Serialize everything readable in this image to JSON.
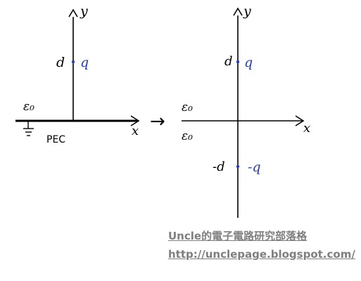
{
  "left_diagram": {
    "axis_x": "x",
    "axis_y": "y",
    "charge_distance": "d",
    "charge": "q",
    "medium": "ε₀",
    "conductor": "PEC"
  },
  "right_diagram": {
    "axis_x": "x",
    "axis_y": "y",
    "charge_distance": "d",
    "charge": "q",
    "image_distance": "-d",
    "image_charge": "-q",
    "medium_upper": "ε₀",
    "medium_lower": "ε₀"
  },
  "equivalence_arrow": "→",
  "watermark": {
    "title": "Uncle的電子電路研究部落格",
    "url": "http://unclepage.blogspot.com/"
  },
  "colors": {
    "ink": "#000000",
    "charge": "#2b3bb5",
    "watermark": "#7f7f7f"
  }
}
